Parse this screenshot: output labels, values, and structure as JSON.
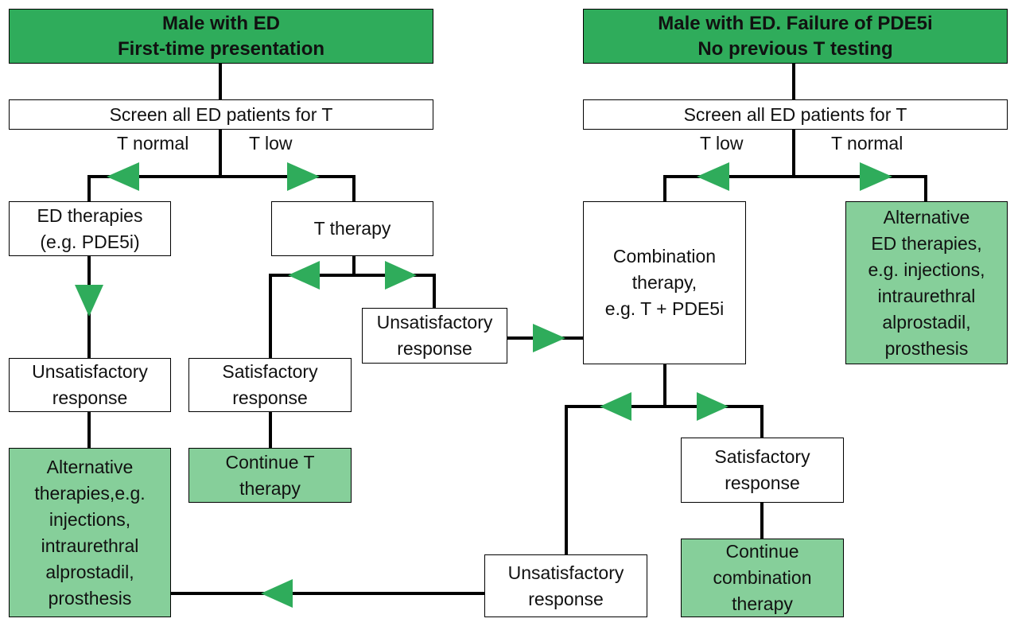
{
  "colors": {
    "arrow": "#2fac5b",
    "header_fill": "#2fac5b",
    "result_fill": "#86cf9a",
    "line": "#000000"
  },
  "left": {
    "header_line1": "Male with ED",
    "header_line2": "First-time presentation",
    "screen": "Screen all ED patients for T",
    "label_t_normal": "T normal",
    "label_t_low": "T low",
    "ed_therapies": "ED therapies\n(e.g. PDE5i)",
    "t_therapy": "T therapy",
    "unsat_ed": "Unsatisfactory\nresponse",
    "unsat_t": "Unsatisfactory\nresponse",
    "sat_t": "Satisfactory\nresponse",
    "continue_t": "Continue T\ntherapy",
    "alternative": "Alternative\ntherapies,e.g.\ninjections,\nintraurethral\nalprostadil,\nprosthesis"
  },
  "right": {
    "header_line1": "Male with ED. Failure of PDE5i",
    "header_line2": "No previous T testing",
    "screen": "Screen all ED patients for T",
    "label_t_low": "T low",
    "label_t_normal": "T normal",
    "combination": "Combination\ntherapy,\ne.g. T + PDE5i",
    "alternative_ed": "Alternative\nED therapies,\ne.g. injections,\nintraurethral\nalprostadil,\nprosthesis",
    "sat": "Satisfactory\nresponse",
    "continue_combo": "Continue\ncombination\ntherapy",
    "unsat": "Unsatisfactory\nresponse"
  }
}
